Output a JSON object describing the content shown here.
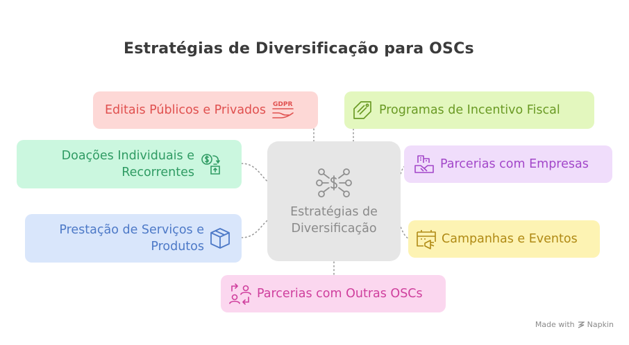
{
  "title": "Estratégias de Diversificação para OSCs",
  "center": {
    "label": "Estratégias de Diversificação",
    "icon": "network-dollar-icon"
  },
  "nodes": [
    {
      "id": "editais",
      "label": "Editais Públicos e Privados",
      "icon": "gdpr-hand-icon",
      "color": "#e0504f",
      "bg": "#fdd8d6"
    },
    {
      "id": "programas",
      "label": "Programas de Incentivo Fiscal",
      "icon": "tag-document-icon",
      "color": "#6a9a24",
      "bg": "#e3f7be"
    },
    {
      "id": "doacoes",
      "label_line1": "Doações Individuais e",
      "label_line2": "Recorrentes",
      "icon": "money-exchange-icon",
      "color": "#2f9b63",
      "bg": "#cbf7df"
    },
    {
      "id": "parcerias-empresas",
      "label": "Parcerias com Empresas",
      "icon": "business-handshake-icon",
      "color": "#a247c9",
      "bg": "#f0ddfb"
    },
    {
      "id": "prestacao",
      "label_line1": "Prestação de Serviços e",
      "label_line2": "Produtos",
      "icon": "box-icon",
      "color": "#4d79c7",
      "bg": "#d9e6fb"
    },
    {
      "id": "campanhas",
      "label": "Campanhas e Eventos",
      "icon": "calendar-megaphone-icon",
      "color": "#b08a14",
      "bg": "#fdf3b3"
    },
    {
      "id": "parcerias-oscs",
      "label": "Parcerias com Outras OSCs",
      "icon": "people-exchange-icon",
      "color": "#cf3f9d",
      "bg": "#fbd7ef"
    }
  ],
  "watermark": {
    "text": "Made with",
    "brand": "Napkin"
  }
}
